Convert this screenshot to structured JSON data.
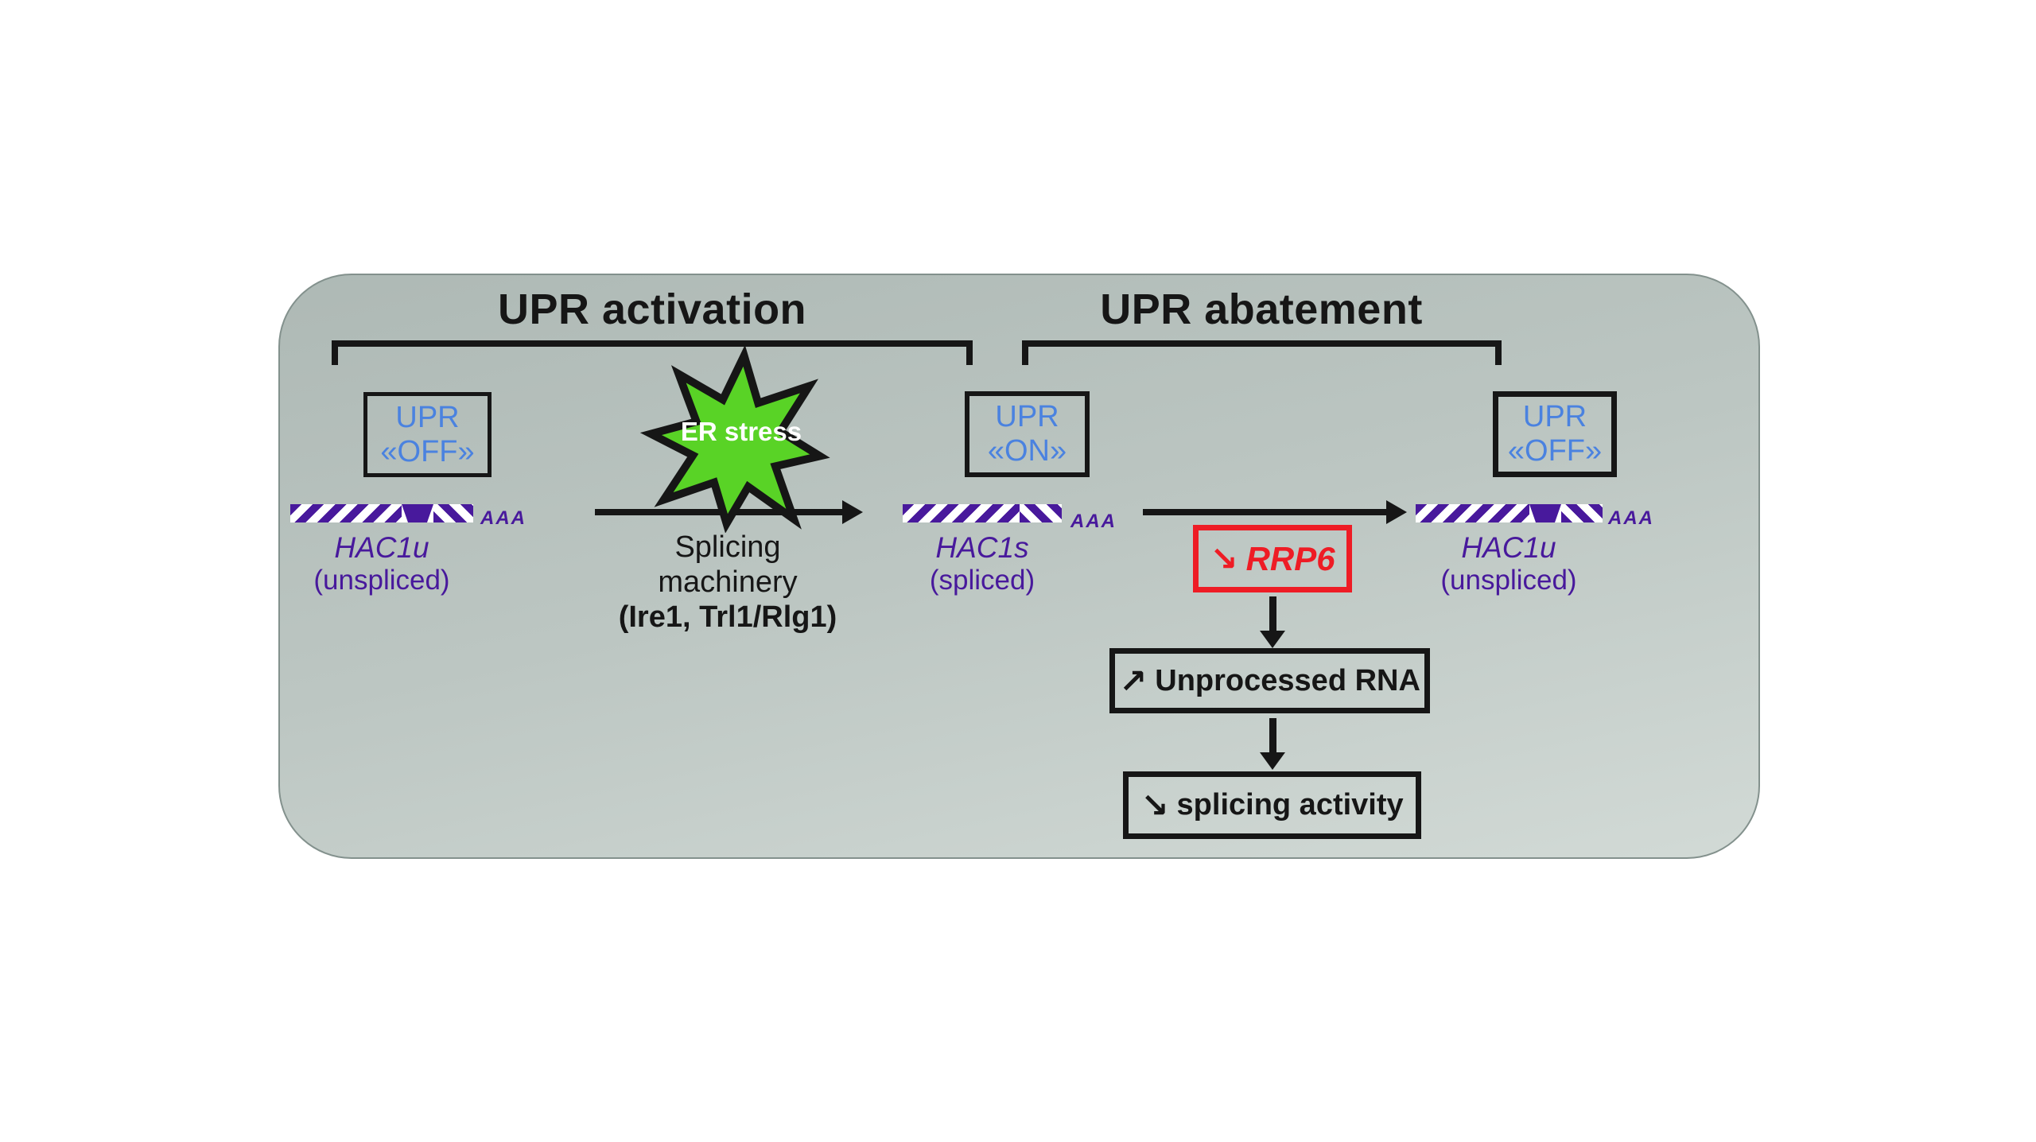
{
  "palette": {
    "panel_top": "#aeb9b5",
    "panel_mid": "#bcc6c2",
    "panel_bottom": "#d2dad6",
    "panel_border": "#83918d",
    "ink": "#161616",
    "blue": "#4a82e0",
    "purple": "#48199c",
    "green": "#59d326",
    "red": "#ee1c25",
    "white": "#ffffff"
  },
  "sections": {
    "activation": {
      "title": "UPR activation"
    },
    "abatement": {
      "title": "UPR abatement"
    }
  },
  "state_boxes": [
    {
      "line1": "UPR",
      "line2": "«OFF»"
    },
    {
      "line1": "UPR",
      "line2": "«ON»"
    },
    {
      "line1": "UPR",
      "line2": "«OFF»"
    }
  ],
  "er_stress": {
    "label": "ER stress"
  },
  "splicing_machinery": {
    "line1": "Splicing",
    "line2": "machinery",
    "line3": "(Ire1, Trl1/Rlg1)"
  },
  "mrnas": [
    {
      "name": "HAC1u",
      "form": "(unspliced)",
      "tail": "AAA"
    },
    {
      "name": "HAC1s",
      "form": "(spliced)",
      "tail": "AAA"
    },
    {
      "name": "HAC1u",
      "form": "(unspliced)",
      "tail": "AAA"
    }
  ],
  "cascade": {
    "rrp6": {
      "arrow": "↘",
      "label": "RRP6"
    },
    "unprocessed": {
      "arrow": "↗",
      "label": "Unprocessed RNA"
    },
    "splicing_activity": {
      "arrow": "↘",
      "label": "splicing activity"
    }
  }
}
